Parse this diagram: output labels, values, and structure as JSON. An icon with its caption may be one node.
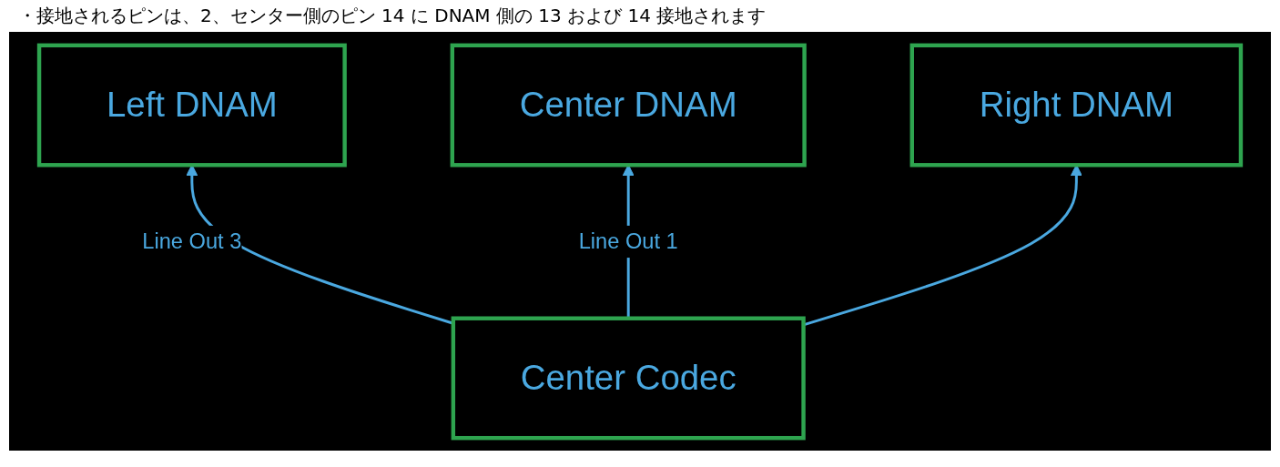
{
  "diagram": {
    "nodes": [
      {
        "text": [
          "Left DNAM"
        ]
      },
      {
        "text": [
          "Center DNAM"
        ]
      },
      {
        "text": [
          "Right DNAM"
        ]
      },
      {
        "text": [
          "Center Codec"
        ]
      }
    ],
    "edges": [
      {
        "from": 3,
        "to": 0,
        "arrow": "to",
        "label": "Line Out 3"
      },
      {
        "from": 3,
        "to": 1,
        "arrow": "to",
        "label": "Line Out 1"
      },
      {
        "from": 3,
        "to": 2,
        "arrow": "to"
      }
    ],
    "labels": [
      "・接地されるピンは、2、センター側のピン 14 に DNAM 側の 13 および 14 接地されます"
    ]
  }
}
